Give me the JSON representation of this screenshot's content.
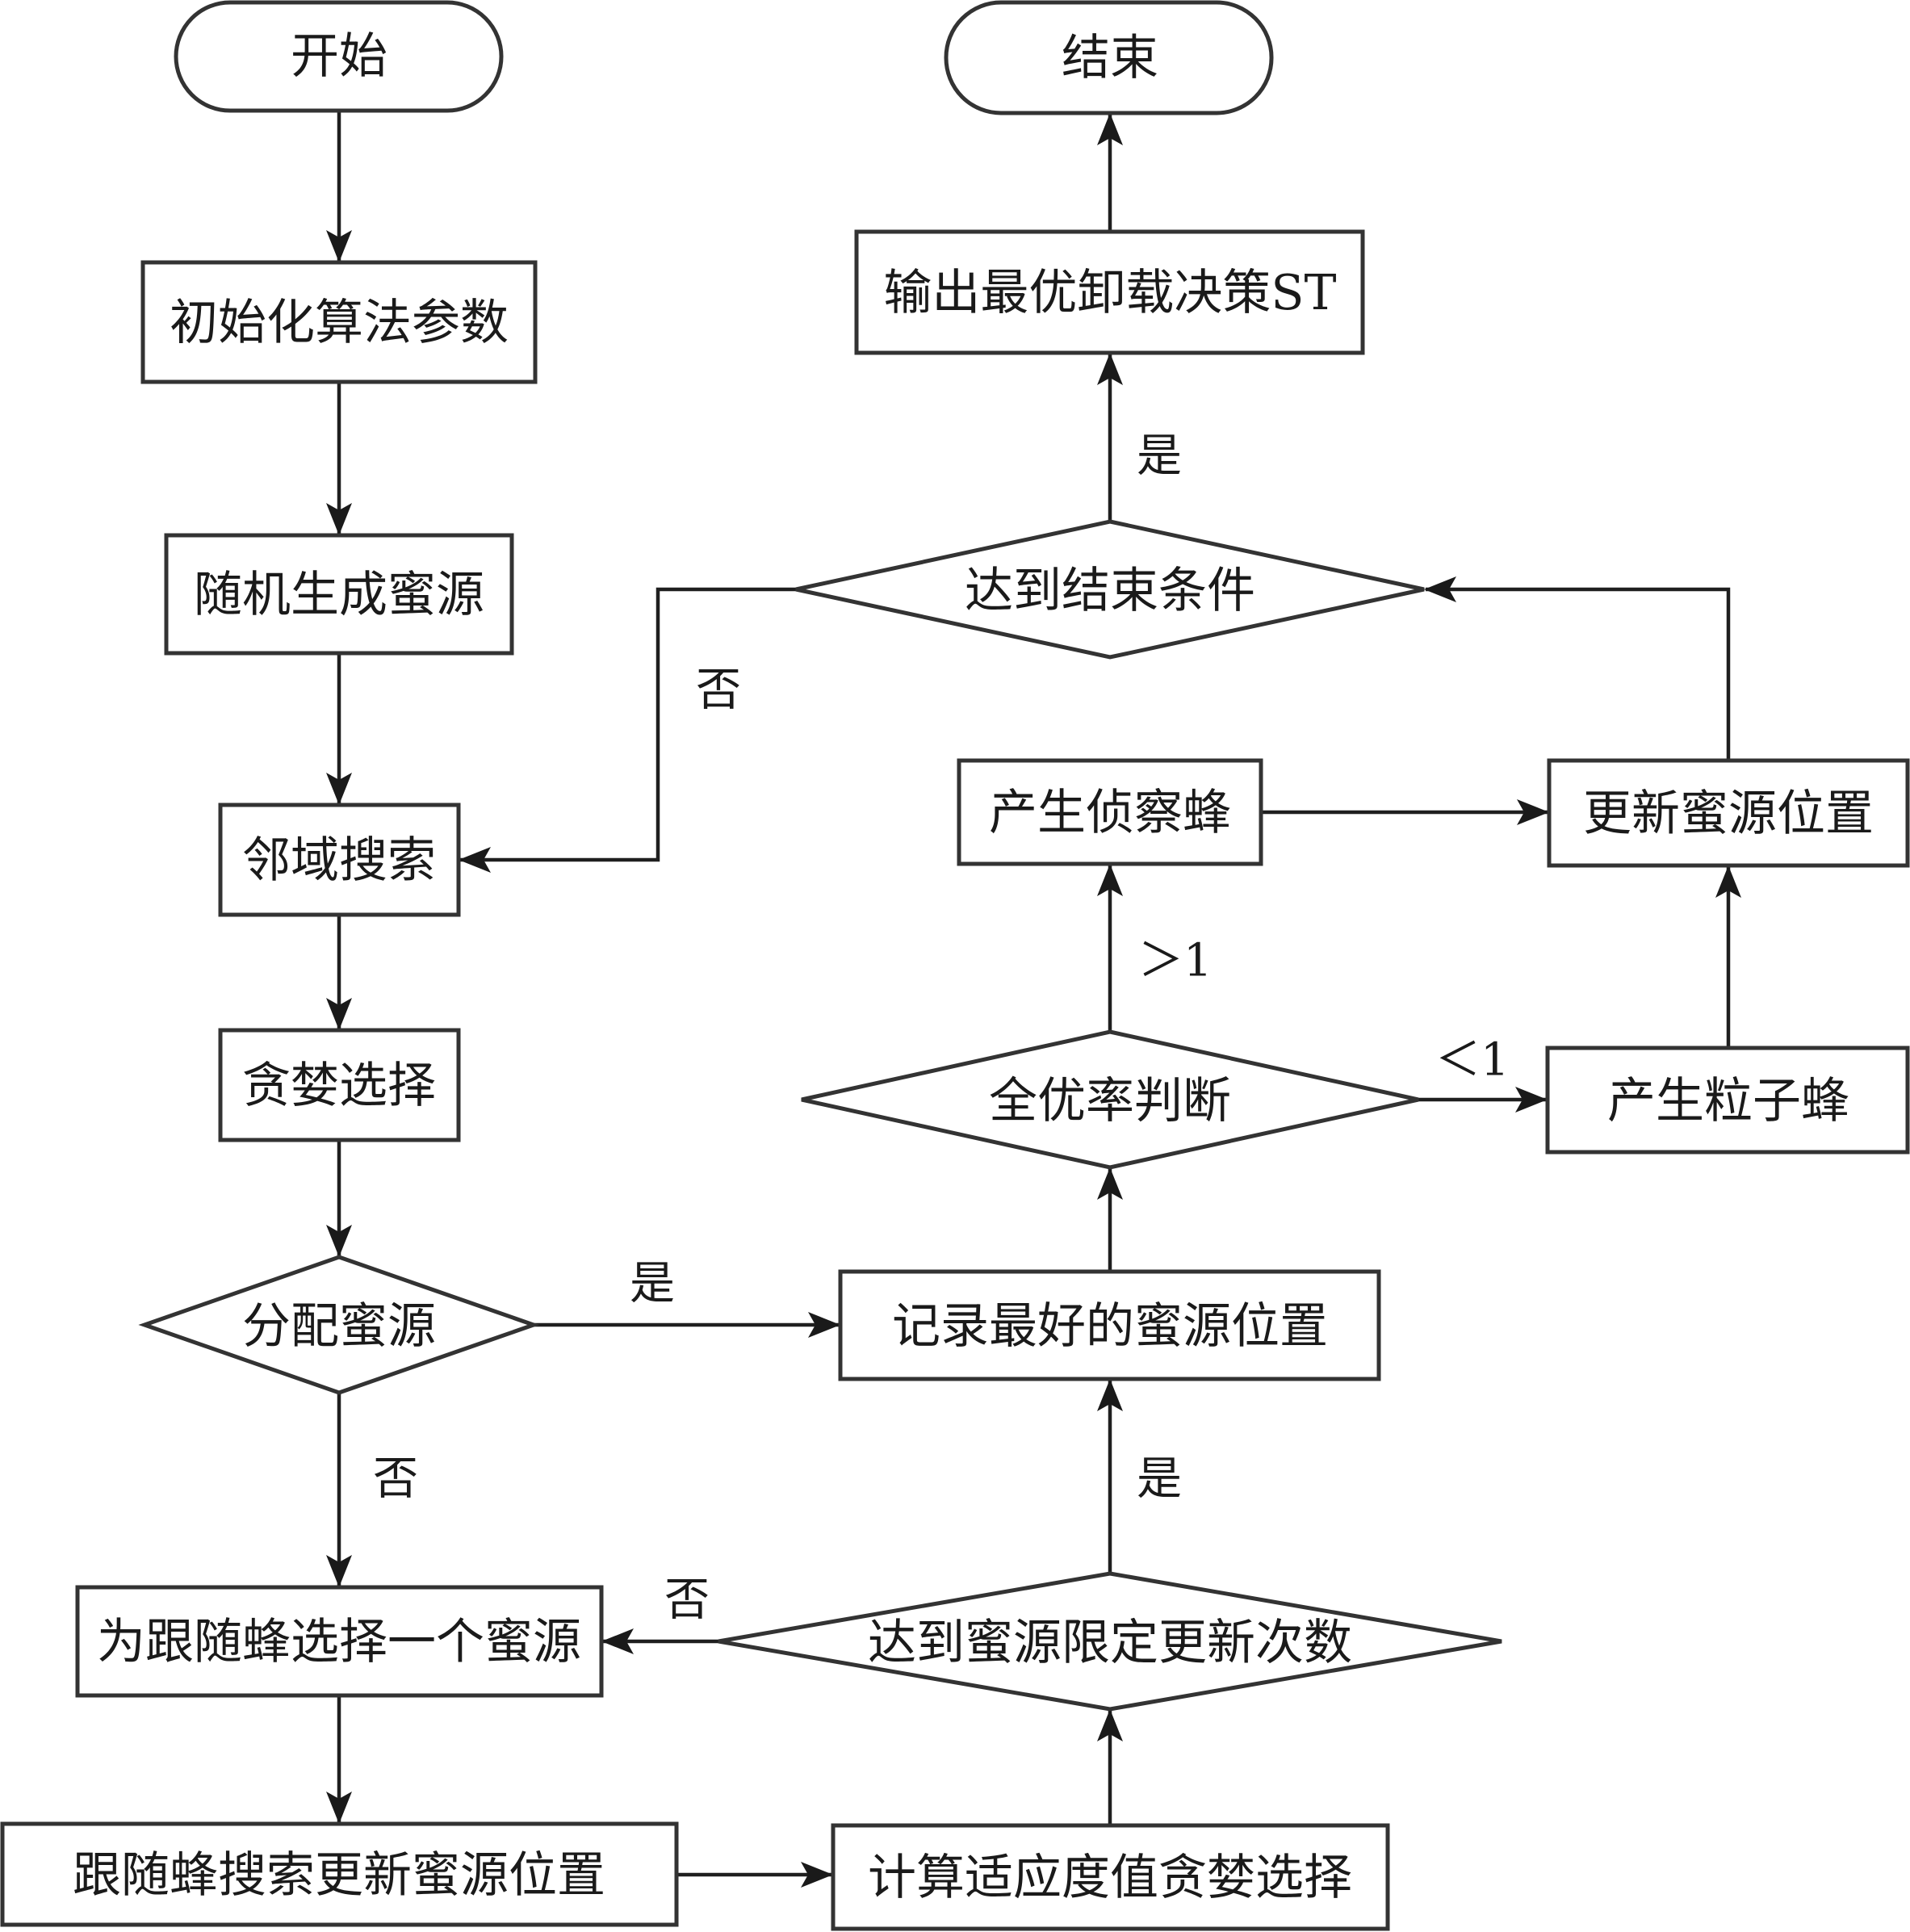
{
  "diagram": {
    "type": "flowchart",
    "nodes": {
      "start": {
        "label": "开始",
        "shape": "terminator"
      },
      "init_params": {
        "label": "初始化算法参数",
        "shape": "process"
      },
      "random_sources": {
        "label": "随机生成蜜源",
        "shape": "process"
      },
      "neighborhood_search": {
        "label": "邻域搜索",
        "shape": "process"
      },
      "greedy_select": {
        "label": "贪婪选择",
        "shape": "process"
      },
      "assign_source": {
        "label": "分配蜜源",
        "shape": "decision"
      },
      "choose_source_for_follower": {
        "label": "为跟随蜂选择一个蜜源",
        "shape": "process"
      },
      "follower_search_update": {
        "label": "跟随蜂搜索更新蜜源位置",
        "shape": "process"
      },
      "compute_fitness_greedy": {
        "label": "计算适应度值贪婪选择",
        "shape": "process"
      },
      "reach_update_limit": {
        "label": "达到蜜源限定更新次数",
        "shape": "decision"
      },
      "record_best_source": {
        "label": "记录最好的蜜源位置",
        "shape": "process"
      },
      "optimal_rate_check": {
        "label": "全优率判断",
        "shape": "decision"
      },
      "generate_particle_bee": {
        "label": "产生粒子蜂",
        "shape": "process"
      },
      "generate_scout_bee": {
        "label": "产生侦察蜂",
        "shape": "process"
      },
      "update_source_position": {
        "label": "更新蜜源位置",
        "shape": "process"
      },
      "reach_end_condition": {
        "label": "达到结束条件",
        "shape": "decision"
      },
      "output_decision": {
        "label": "输出最优卸载决策ST",
        "shape": "process"
      },
      "end": {
        "label": "结束",
        "shape": "terminator"
      }
    },
    "edges": [
      {
        "from": "start",
        "to": "init_params",
        "label": ""
      },
      {
        "from": "init_params",
        "to": "random_sources",
        "label": ""
      },
      {
        "from": "random_sources",
        "to": "neighborhood_search",
        "label": ""
      },
      {
        "from": "neighborhood_search",
        "to": "greedy_select",
        "label": ""
      },
      {
        "from": "greedy_select",
        "to": "assign_source",
        "label": ""
      },
      {
        "from": "assign_source",
        "to": "record_best_source",
        "label": "是"
      },
      {
        "from": "assign_source",
        "to": "choose_source_for_follower",
        "label": "否"
      },
      {
        "from": "choose_source_for_follower",
        "to": "follower_search_update",
        "label": ""
      },
      {
        "from": "follower_search_update",
        "to": "compute_fitness_greedy",
        "label": ""
      },
      {
        "from": "compute_fitness_greedy",
        "to": "reach_update_limit",
        "label": ""
      },
      {
        "from": "reach_update_limit",
        "to": "record_best_source",
        "label": "是"
      },
      {
        "from": "reach_update_limit",
        "to": "choose_source_for_follower",
        "label": "否"
      },
      {
        "from": "record_best_source",
        "to": "optimal_rate_check",
        "label": ""
      },
      {
        "from": "optimal_rate_check",
        "to": "generate_scout_bee",
        "label": ">1"
      },
      {
        "from": "optimal_rate_check",
        "to": "generate_particle_bee",
        "label": "<1"
      },
      {
        "from": "generate_particle_bee",
        "to": "update_source_position",
        "label": ""
      },
      {
        "from": "generate_scout_bee",
        "to": "update_source_position",
        "label": ""
      },
      {
        "from": "update_source_position",
        "to": "reach_end_condition",
        "label": ""
      },
      {
        "from": "reach_end_condition",
        "to": "output_decision",
        "label": "是"
      },
      {
        "from": "reach_end_condition",
        "to": "neighborhood_search",
        "label": "否"
      },
      {
        "from": "output_decision",
        "to": "end",
        "label": ""
      }
    ],
    "edge_labels": {
      "assign_yes": "是",
      "assign_no": "否",
      "limit_yes": "是",
      "limit_no": "否",
      "rate_gt": "＞1",
      "rate_lt": "＜1",
      "end_yes": "是",
      "end_no": "否"
    },
    "colors": {
      "stroke": "#333333",
      "text": "#1a1a1a",
      "background": "#ffffff"
    }
  }
}
